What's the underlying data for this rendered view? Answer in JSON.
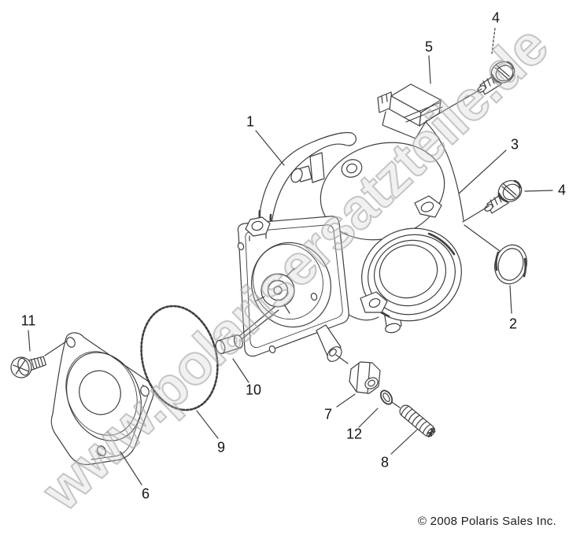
{
  "diagram": {
    "watermark": "www.polarisersatzteile.de",
    "copyright": "© 2008 Polaris Sales Inc.",
    "callouts": [
      "1",
      "2",
      "3",
      "4",
      "4",
      "5",
      "6",
      "7",
      "8",
      "9",
      "10",
      "11",
      "12"
    ]
  },
  "colors": {
    "background": "#ffffff",
    "line": "#3f3f3f",
    "label": "#141414",
    "watermark": "#b4b4b4",
    "copyright": "#1c1c1c"
  }
}
